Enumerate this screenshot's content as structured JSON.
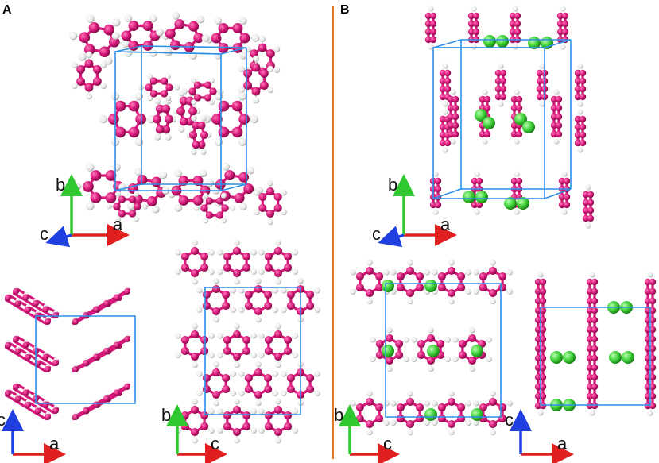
{
  "panels": [
    {
      "id": "A",
      "label": "A"
    },
    {
      "id": "B",
      "label": "B"
    }
  ],
  "axes": {
    "A_top": {
      "vertical": "b",
      "horizontal": "a",
      "depth": "c"
    },
    "A_left": {
      "vertical": "c",
      "horizontal": "a"
    },
    "A_right": {
      "vertical": "b",
      "horizontal": "c"
    },
    "B_top": {
      "vertical": "b",
      "horizontal": "a",
      "depth": "c"
    },
    "B_left": {
      "vertical": "b",
      "horizontal": "c"
    },
    "B_right": {
      "vertical": "c",
      "horizontal": "a"
    }
  },
  "colors": {
    "carbon": "#d6187a",
    "hydrogen": "#ffffff",
    "chlorine": "#3fd03a",
    "unit_cell": "#2f8fe6",
    "divider": "#e0782a",
    "axis_red": "#e02020",
    "axis_green": "#30c830",
    "axis_blue": "#1f3fe0"
  }
}
